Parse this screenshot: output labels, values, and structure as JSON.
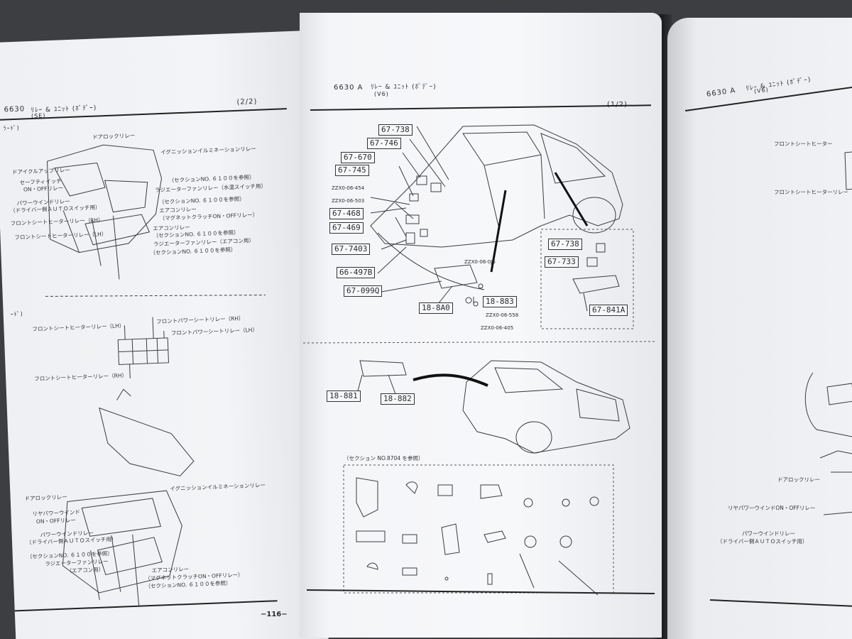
{
  "left_page": {
    "header": "6630",
    "header_title": "ﾘﾚｰ & ﾕﾆｯﾄ (ﾎﾞﾃﾞｰ)",
    "header_sub": "(SE)",
    "page_indicator": "(2/2)",
    "section_tag": "ﾗｰﾄﾞ)",
    "labels_top": [
      "ドアロックリレー",
      "イグニッションイルミネーションリレー",
      "ドアイクルアップリレー",
      "セーフティイッチ",
      "ON・OFFリレー",
      "（セクションNO. ６１００を参照）",
      "ラジエーターファンリレー（水温スイッチ用）",
      "パワーウインドリレー",
      "（ドライバー側ＡＵＴＯスイッチ用）",
      "（セクションNO. ６１００を参照）",
      "エアコンリレー",
      "（マグネットクラッチON・OFFリレー）",
      "フロントシートヒーターリレー（RH）",
      "エアコンリレー",
      "（セクションNO. ６１００を参照）",
      "フロントシートヒーターリレー（LH）",
      "ラジエーターファンリレー（エアコン用）",
      "（セクションNO. ６１００を参照）"
    ],
    "section_tag_2": "ｰﾄﾞ)",
    "labels_mid": [
      "フロントシートヒーターリレー（LH）",
      "フロントパワーシートリレー（RH）",
      "フロントパワーシートリレー（LH）",
      "フロントシートヒーターリレー（RH）"
    ],
    "labels_bottom": [
      "ドアロックリレー",
      "イグニッションイルミネーションリレー",
      "リヤパワーウインド",
      "ON・OFFリレー",
      "パワーウインドリレー",
      "（ドライバー側ＡＵＴＯスイッチ用）",
      "（セクションNO. ６１００を参照）",
      "ラジエーターファンリレー",
      "（エアコン用）",
      "エアコンリレー",
      "（マグネットクラッチON・OFFリレー）",
      "（セクションNO. ６１００を参照）"
    ]
  },
  "center_page": {
    "header": "6630 A",
    "header_title": "ﾘﾚｰ & ﾕﾆｯﾄ (ﾎﾞﾃﾞｰ)",
    "header_sub": "(V6)",
    "page_indicator": "(1/2)",
    "part_numbers": [
      "67-738",
      "67-746",
      "67-670",
      "67-745",
      "67-468",
      "67-469",
      "67-7403",
      "66-497B",
      "67-099Q",
      "18-8A0",
      "18-883"
    ],
    "small_codes": [
      "ZZX0-06-454",
      "ZZX0-06-503",
      "ZZX0-06-0J6",
      "ZZX0-06-558",
      "ZZX0-06-405"
    ],
    "inset_part_numbers": [
      "67-738",
      "67-733",
      "67-841A"
    ],
    "trunk_part_numbers": [
      "18-881",
      "18-882"
    ],
    "section_ref": "（セクション NO.8704 を参照）",
    "page_number": "−116−"
  },
  "right_page": {
    "header": "6630 A",
    "header_title": "ﾘﾚｰ & ﾕﾆｯﾄ (ﾎﾞﾃﾞｰ)",
    "header_sub": "(V6)",
    "labels": [
      "フロントシートヒーター",
      "フロントシートヒーターリレー",
      "ドアロックリレー",
      "リヤパワーウインドON・OFFリレー",
      "パワーウインドリレー",
      "（ドライバー側ＡＵＴＯスイッチ用）"
    ]
  }
}
